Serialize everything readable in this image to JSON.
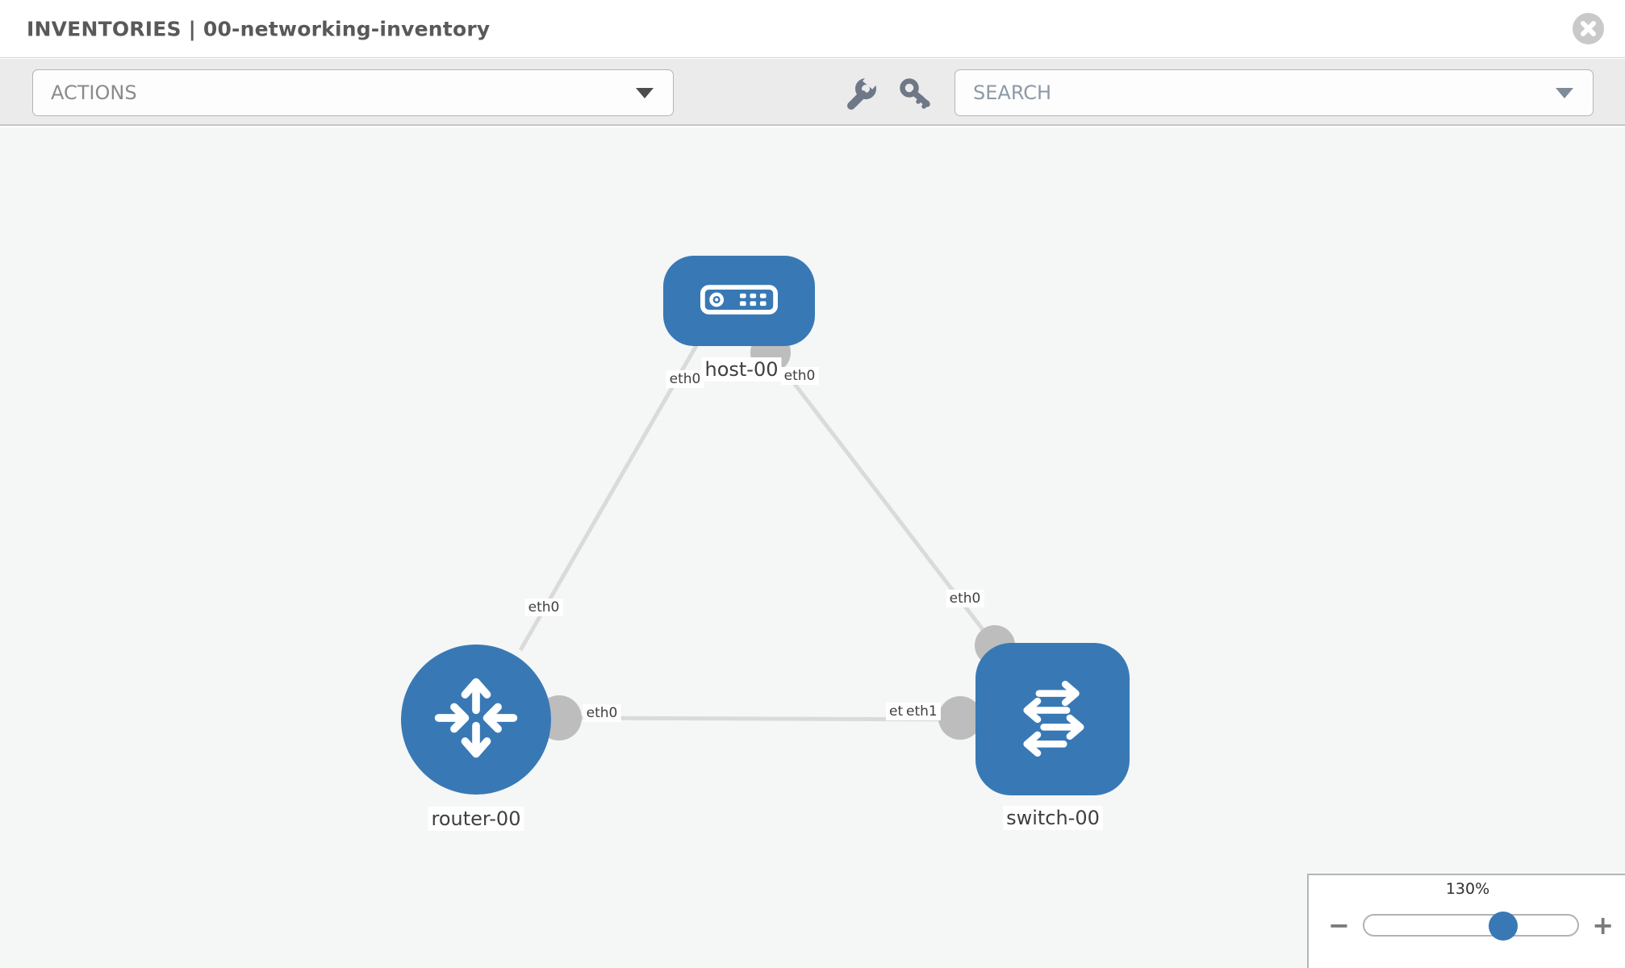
{
  "header": {
    "title": "INVENTORIES | 00-networking-inventory"
  },
  "toolbar": {
    "actions_label": "ACTIONS",
    "search_placeholder": "SEARCH"
  },
  "topology": {
    "nodes": [
      {
        "id": "host-00",
        "label": "host-00",
        "type": "host"
      },
      {
        "id": "router-00",
        "label": "router-00",
        "type": "router"
      },
      {
        "id": "switch-00",
        "label": "switch-00",
        "type": "switch"
      }
    ],
    "edges": [
      {
        "source": "host-00",
        "target": "router-00",
        "source_label": "eth0",
        "target_label": "eth0"
      },
      {
        "source": "host-00",
        "target": "switch-00",
        "source_label": "eth0",
        "target_label": "eth0"
      },
      {
        "source": "router-00",
        "target": "switch-00",
        "source_label": "eth0",
        "target_labels": [
          "eth0",
          "eth1"
        ]
      }
    ]
  },
  "zoom_control": {
    "value": "130%",
    "minus_label": "−",
    "plus_label": "+"
  },
  "colors": {
    "node_blue": "#3879b5",
    "edge_gray": "#dadada",
    "port_gray": "#bdbdbd",
    "canvas_bg": "#f5f6f6",
    "toolbar_bg": "#ebebeb"
  }
}
